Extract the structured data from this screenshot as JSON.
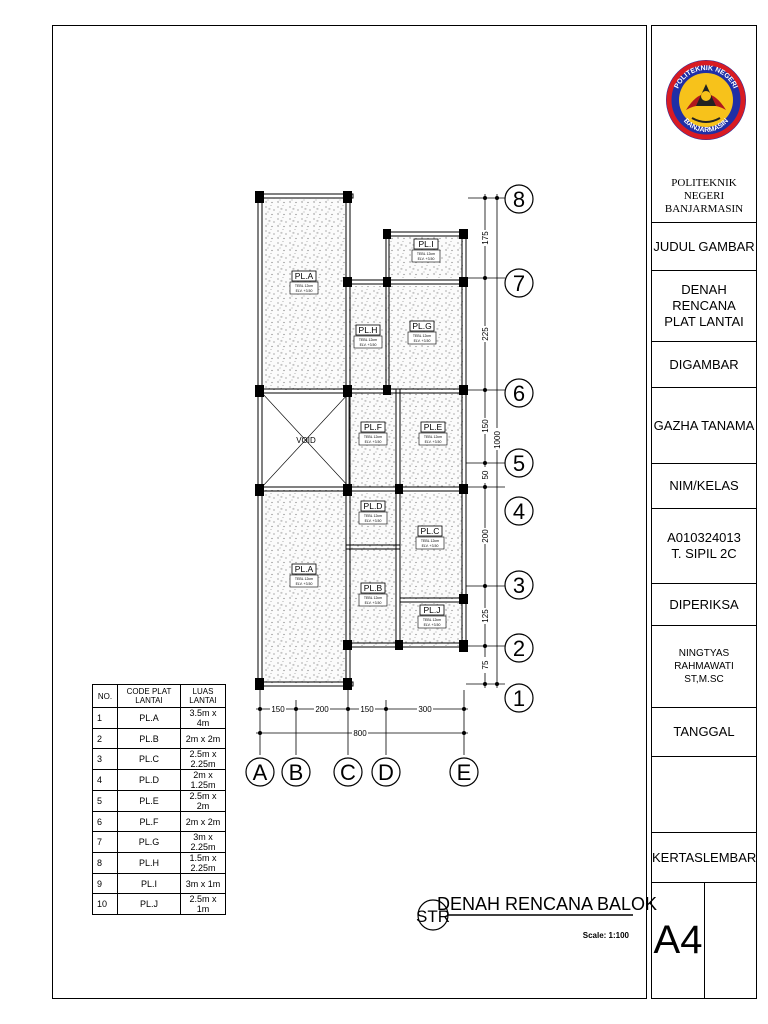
{
  "plan": {
    "axes_x": [
      "A",
      "B",
      "C",
      "D",
      "E"
    ],
    "axes_y": [
      "1",
      "2",
      "3",
      "4",
      "5",
      "6",
      "7",
      "8"
    ],
    "dims_x": [
      "150",
      "200",
      "150",
      "300"
    ],
    "total_x": "800",
    "dims_y": [
      "75",
      "125",
      "200",
      "50",
      "150",
      "225",
      "175"
    ],
    "total_y": "1000",
    "slab_labels": [
      "PL.A",
      "PL.A",
      "PL.B",
      "PL.C",
      "PL.D",
      "PL.E",
      "PL.F",
      "PL.G",
      "PL.H",
      "PL.I",
      "PL.J"
    ],
    "slab_sub_1": "TEBL 12cm",
    "slab_sub_2": "ELV. +3.50",
    "void_label": "VOID"
  },
  "legend": {
    "headers": [
      "NO.",
      "CODE PLAT LANTAI",
      "LUAS LANTAI"
    ],
    "rows": [
      [
        "1",
        "PL.A",
        "3.5m x 4m"
      ],
      [
        "2",
        "PL.B",
        "2m x 2m"
      ],
      [
        "3",
        "PL.C",
        "2.5m x 2.25m"
      ],
      [
        "4",
        "PL.D",
        "2m x 1.25m"
      ],
      [
        "5",
        "PL.E",
        "2.5m x 2m"
      ],
      [
        "6",
        "PL.F",
        "2m x 2m"
      ],
      [
        "7",
        "PL.G",
        "3m x 2.25m"
      ],
      [
        "8",
        "PL.H",
        "1.5m x 2.25m"
      ],
      [
        "9",
        "PL.I",
        "3m x 1m"
      ],
      [
        "10",
        "PL.J",
        "2.5m x 1m"
      ]
    ]
  },
  "drawing_title": {
    "code": "STR",
    "title": "DENAH RENCANA BALOK",
    "scale": "Scale: 1:100"
  },
  "logo": {
    "top_text": "POLITEKNIK NEGERI",
    "bottom_text": "BANJARMASIN"
  },
  "title_block": {
    "institution": "POLITEKNIK NEGERI\nBANJARMASIN",
    "judul_label": "JUDUL GAMBAR",
    "judul_value": "DENAH RENCANA\nPLAT LANTAI",
    "digambar_label": "DIGAMBAR",
    "digambar_value": "GAZHA TANAMA",
    "nim_label": "NIM/KELAS",
    "nim_value": "A010324013\nT. SIPIL 2C",
    "diperiksa_label": "DIPERIKSA",
    "diperiksa_value": "NINGTYAS RAHMAWATI\nST,M.SC",
    "tanggal_label": "TANGGAL",
    "kertas_label": "KERTAS",
    "lembar_label": "LEMBAR",
    "paper_size": "A4"
  }
}
